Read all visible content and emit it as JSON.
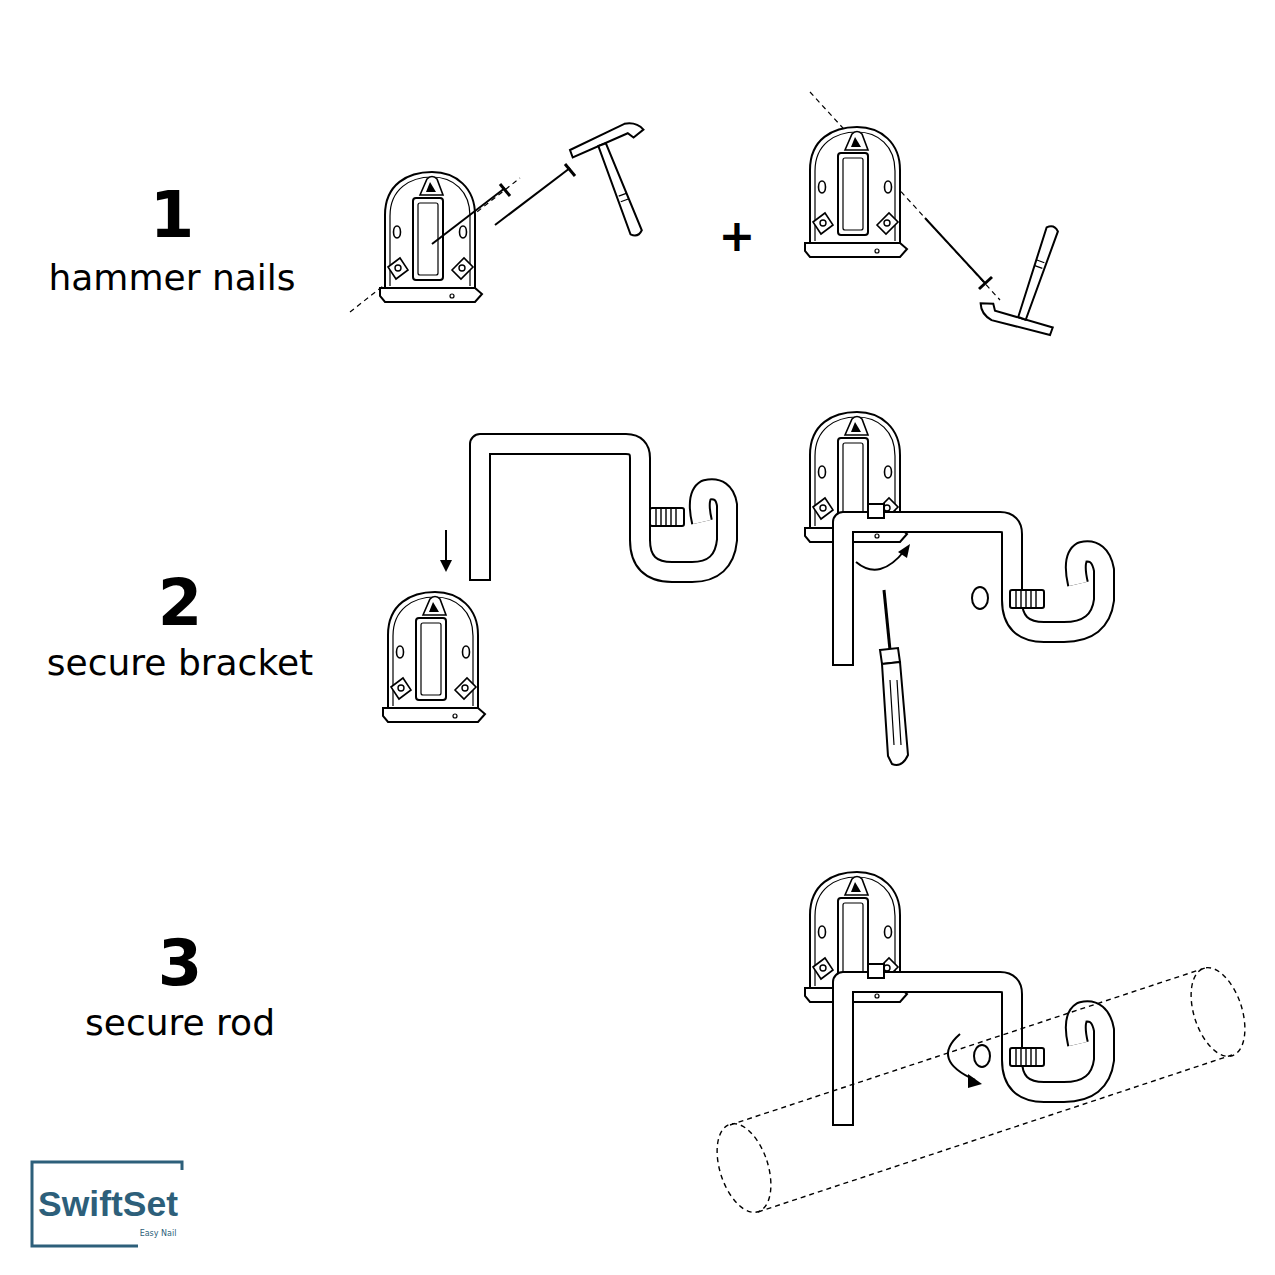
{
  "diagram": {
    "labels": [
      "1",
      "hammer nails",
      "+",
      "2",
      "secure bracket",
      "3",
      "secure rod",
      "SwiftSet",
      "Easy Nail"
    ]
  }
}
